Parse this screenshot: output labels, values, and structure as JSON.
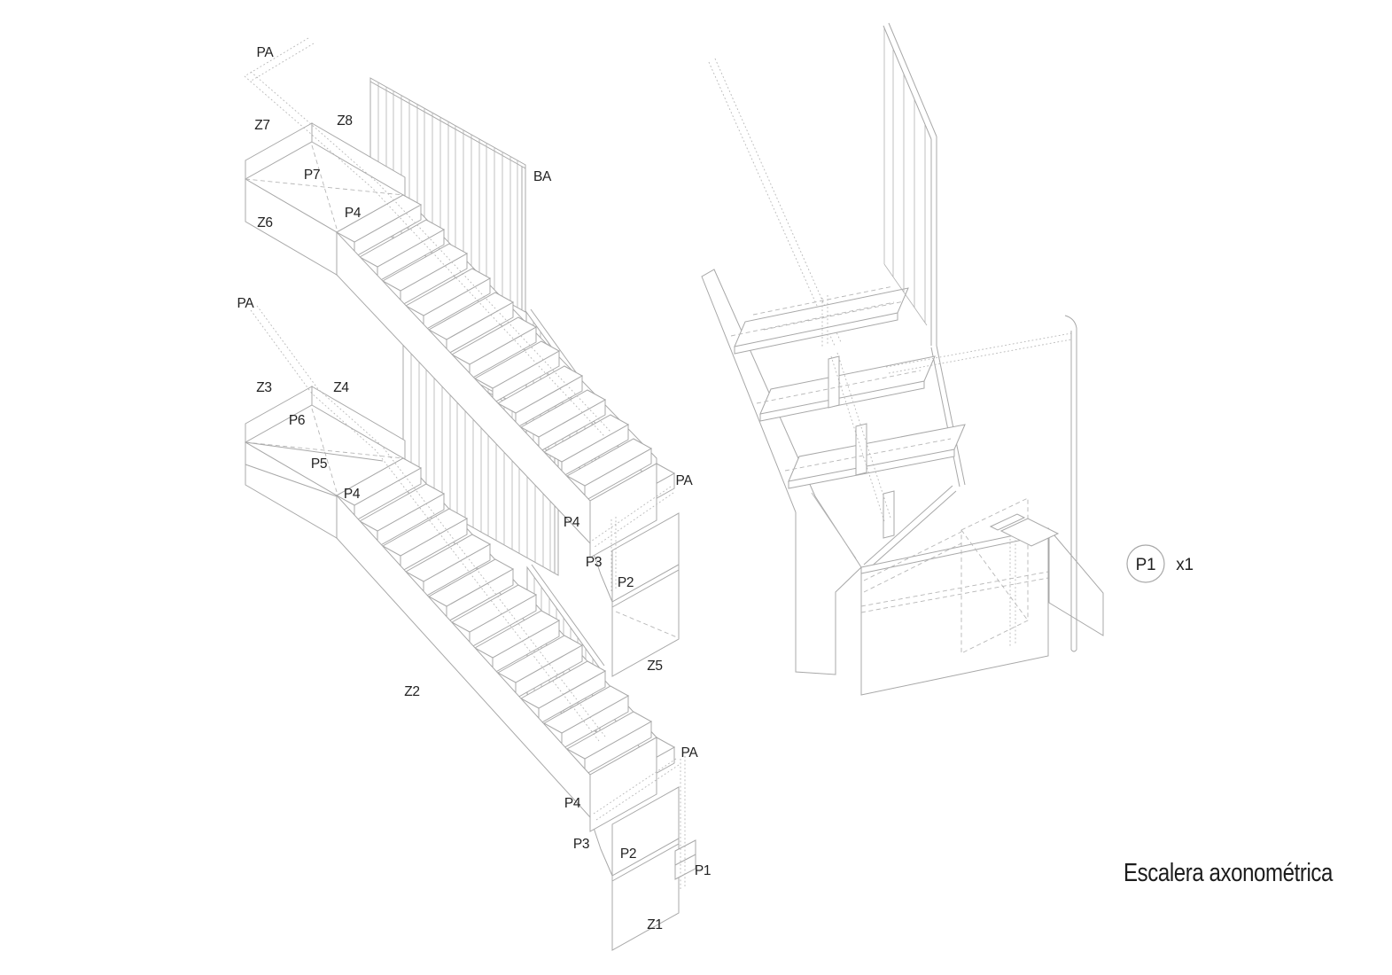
{
  "title": "Escalera axonométrica",
  "colors": {
    "line": "#a8a8a8",
    "hidden_line": "#b7b7b7",
    "text": "#222222",
    "background": "#ffffff"
  },
  "legend": {
    "part": "P1",
    "quantity": "x1"
  },
  "main_labels": {
    "pa_top": "PA",
    "z7": "Z7",
    "z8": "Z8",
    "p7": "P7",
    "z6": "Z6",
    "p4_flight1_top": "P4",
    "ba": "BA",
    "pa_mid": "PA",
    "z3": "Z3",
    "z4": "Z4",
    "p6": "P6",
    "p5": "P5",
    "p4_flight2_top": "P4",
    "pa_flight1_bottom": "PA",
    "p4_flight1_bottom": "P4",
    "p3_flight1": "P3",
    "p2_flight1": "P2",
    "z5": "Z5",
    "z2": "Z2",
    "pa_flight2_bottom": "PA",
    "p4_flight2_bottom": "P4",
    "p3_flight2": "P3",
    "p2_flight2": "P2",
    "p1": "P1",
    "z1": "Z1"
  }
}
